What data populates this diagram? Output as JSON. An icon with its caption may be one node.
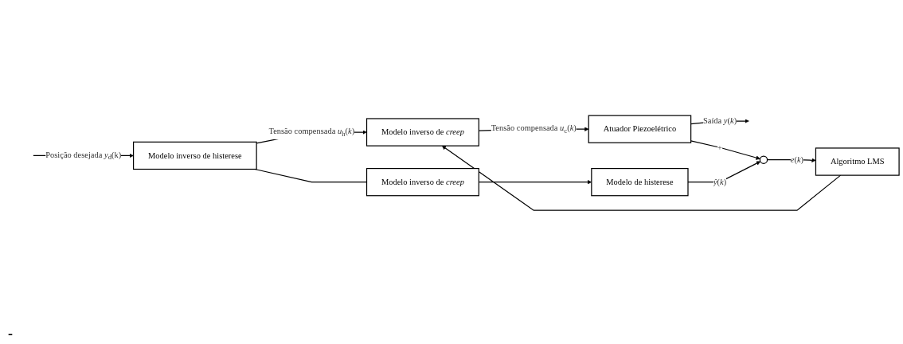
{
  "diagram": {
    "nodes": [
      {
        "text": [
          "Modelo inverso de histerese"
        ]
      },
      {
        "text": [
          "Modelo inverso de *creep*"
        ]
      },
      {
        "text": [
          "Atuador Piezoelétrico"
        ]
      },
      {
        "text": [
          "Algoritmo LMS"
        ]
      },
      {
        "text": [],
        "shape": "circle"
      },
      {
        "text": [
          "Modelo inverso de *creep*"
        ]
      },
      {
        "text": [
          "Modelo de histerese"
        ]
      }
    ],
    "edges": [
      {
        "from": null,
        "to": 0,
        "arrow": "to",
        "label": "Posição desejada *y*$_{d}$(k)"
      },
      {
        "from": 0,
        "to": 1,
        "arrow": "to",
        "label": "Tensão compensada *u*$_{h}$(*k*)"
      },
      {
        "from": 1,
        "to": 2,
        "arrow": "to",
        "label": "Tensão compensada *u*$_{c}$(*k*)"
      },
      {
        "from": 2,
        "to": null,
        "arrow": "to",
        "label": "Saída *y*(*k*)"
      },
      {
        "from": 2,
        "to": 4,
        "arrow": "to",
        "label": "+"
      },
      {
        "from": 4,
        "to": 3,
        "arrow": "to",
        "label": "*e*(*k*)"
      },
      {
        "from": 3,
        "to": 1,
        "arrow": "to"
      },
      {
        "from": 0,
        "to": 5,
        "arrow": "none"
      },
      {
        "from": 5,
        "to": 6,
        "arrow": "to"
      },
      {
        "from": 6,
        "to": 4,
        "arrow": "to",
        "label": "*ŷ*(*k*)"
      }
    ],
    "labels": [
      "-"
    ]
  }
}
